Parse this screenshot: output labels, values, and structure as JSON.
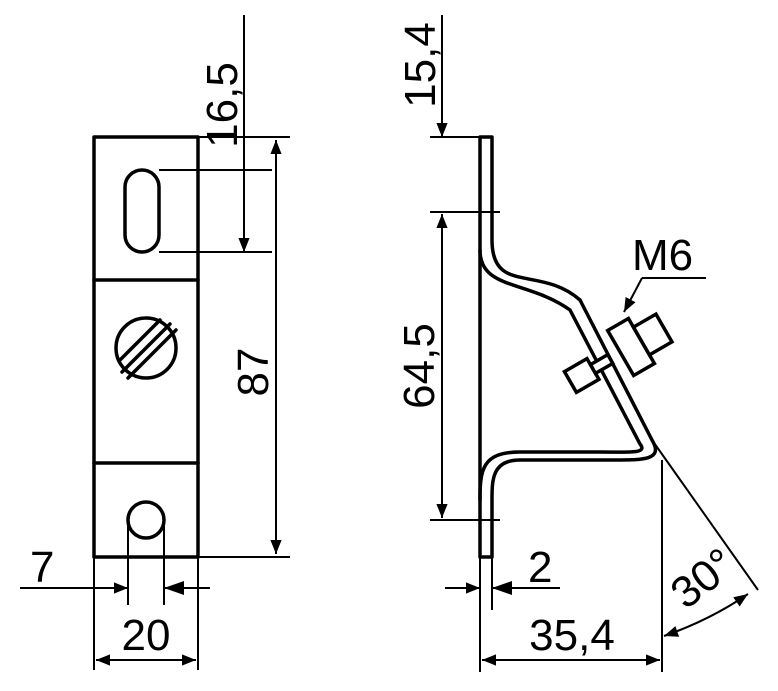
{
  "dimensions": {
    "slot_offset": "16,5",
    "total_height": "87",
    "hole_offset": "7",
    "width": "20",
    "top_offset": "15,4",
    "span": "64,5",
    "thread": "M6",
    "thickness": "2",
    "depth": "35,4",
    "angle": "30°"
  }
}
